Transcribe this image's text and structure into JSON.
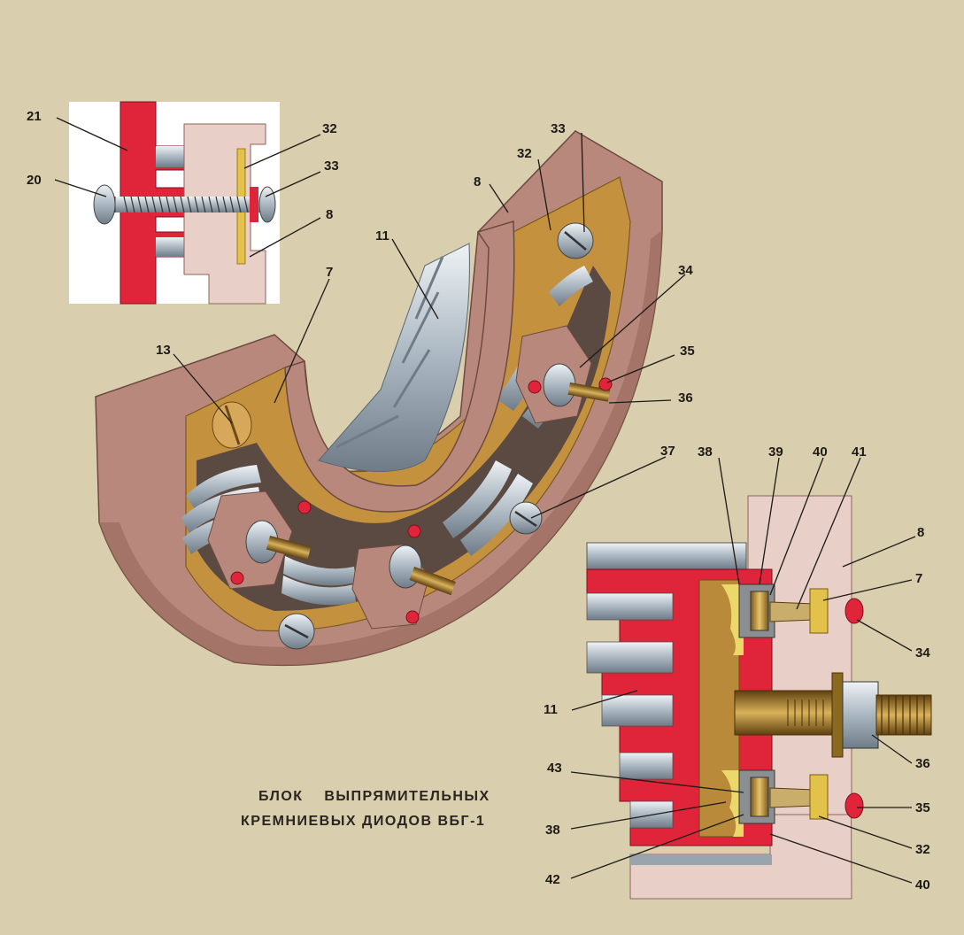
{
  "title": {
    "line1": "БЛОК    ВЫПРЯМИТЕЛЬНЫХ",
    "line2": "КРЕМНИЕВЫХ ДИОДОВ ВБГ-1"
  },
  "inset_labels": [
    "21",
    "32",
    "20",
    "33",
    "8"
  ],
  "main_labels": [
    "33",
    "32",
    "8",
    "11",
    "7",
    "13",
    "34",
    "35",
    "36",
    "37"
  ],
  "section_labels": [
    "38",
    "39",
    "40",
    "41",
    "8",
    "7",
    "34",
    "11",
    "36",
    "43",
    "35",
    "38",
    "42",
    "32",
    "40"
  ],
  "colors": {
    "background": "#d9cfae",
    "housing": "#b9887c",
    "housing_dark": "#8e6358",
    "plate_gold": "#c4923f",
    "heatsink_red": "#e0253a",
    "metal": "#b8c3cc",
    "ink": "#1e1a16"
  }
}
